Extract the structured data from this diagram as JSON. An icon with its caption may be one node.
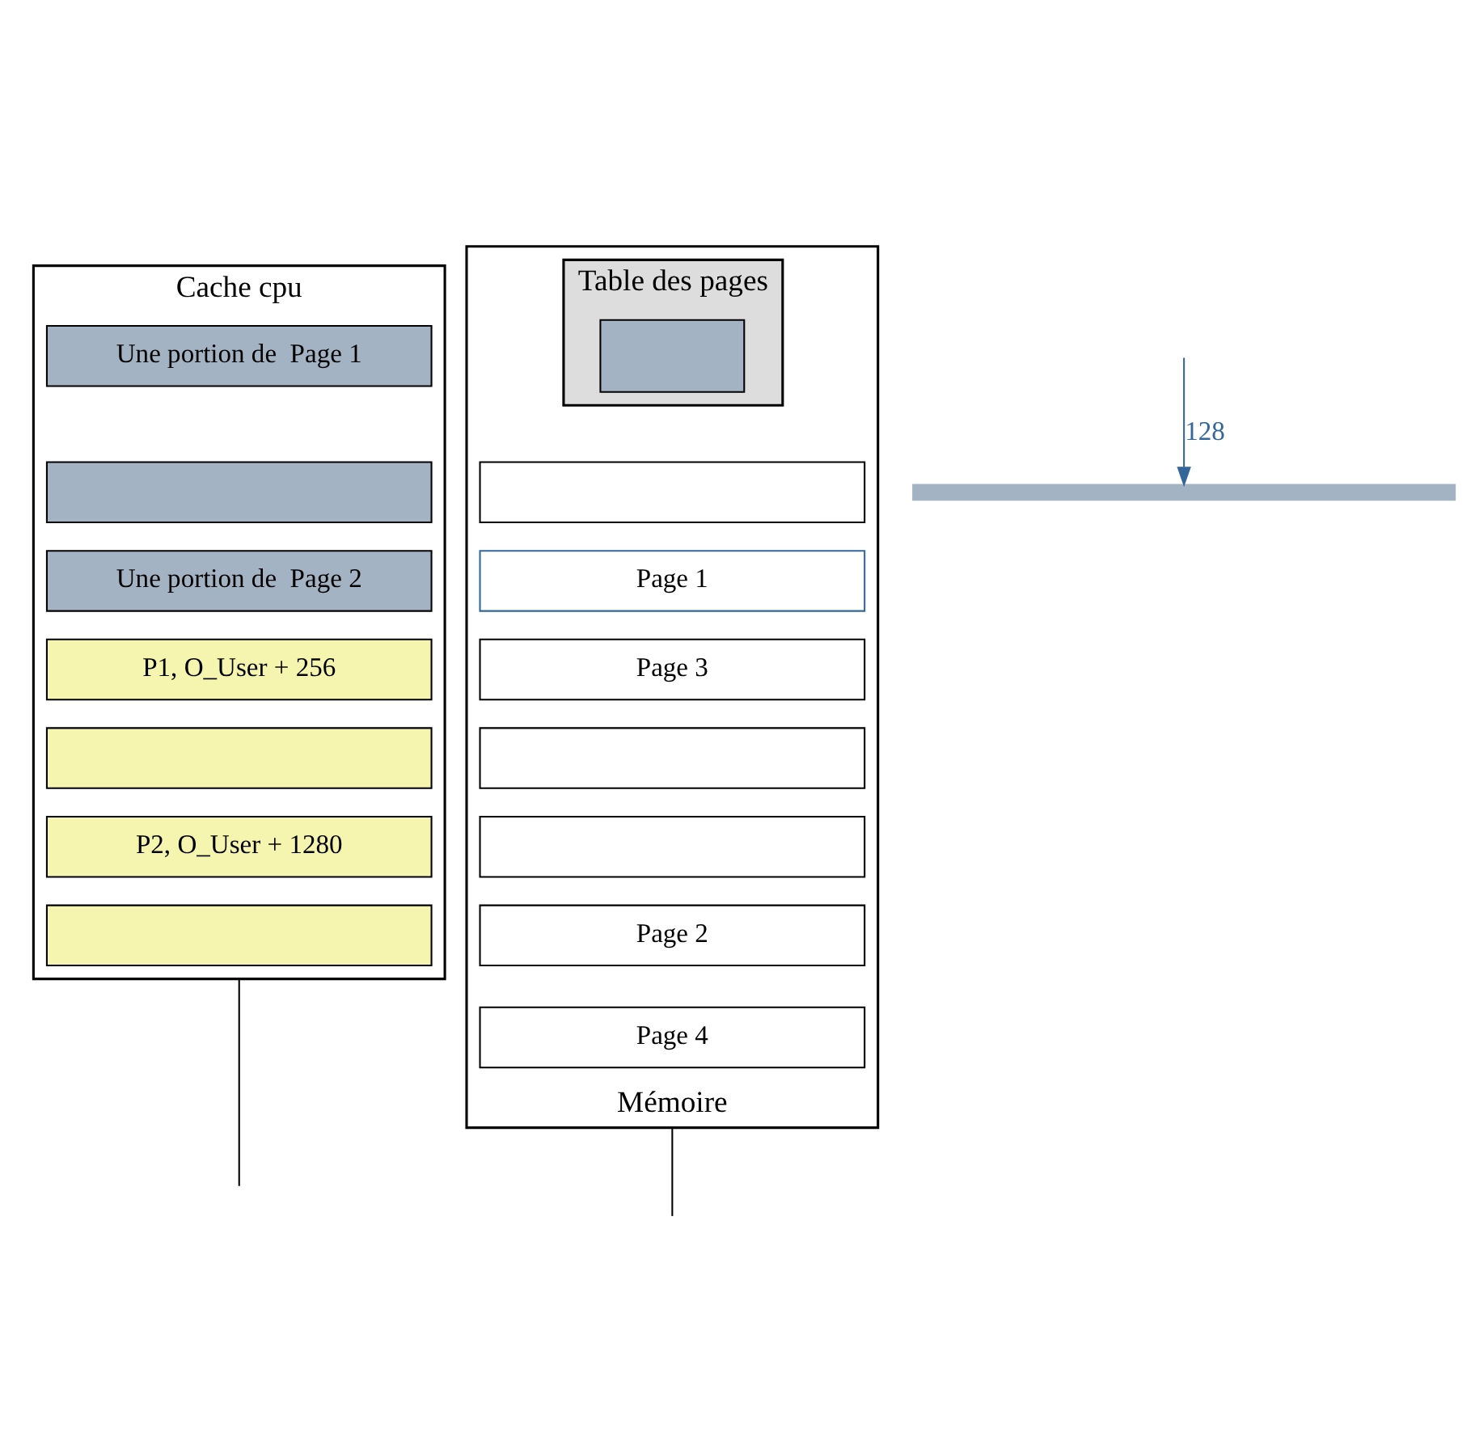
{
  "diagram": {
    "nodes": [
      {
        "text": [
          "Cache cpu"
        ]
      },
      {
        "text": [
          "Une portion de  Page 1"
        ],
        "in": 0
      },
      {
        "text": [],
        "shape": "box",
        "in": 0
      },
      {
        "text": [
          "Une portion de  Page 2"
        ],
        "in": 0
      },
      {
        "text": [
          "P1, O_User + 256"
        ],
        "in": 0
      },
      {
        "text": [],
        "shape": "box",
        "in": 0
      },
      {
        "text": [
          "P2, O_User + 1280"
        ],
        "in": 0
      },
      {
        "text": [],
        "shape": "box",
        "in": 0
      },
      {
        "text": [
          "Mémoire"
        ]
      },
      {
        "text": [
          "Table des pages"
        ],
        "in": 8
      },
      {
        "text": [],
        "shape": "box",
        "in": 9
      },
      {
        "text": [],
        "shape": "box",
        "in": 8
      },
      {
        "text": [
          "Page 1"
        ],
        "in": 8
      },
      {
        "text": [
          "Page 3"
        ],
        "in": 8
      },
      {
        "text": [],
        "shape": "box",
        "in": 8
      },
      {
        "text": [],
        "shape": "box",
        "in": 8
      },
      {
        "text": [
          "Page 2"
        ],
        "in": 8
      },
      {
        "text": [
          "Page 4"
        ],
        "in": 8
      },
      {
        "text": [],
        "shape": "bar"
      }
    ],
    "edges": [
      {
        "from": 0,
        "to": null,
        "arrow": "none"
      },
      {
        "from": 8,
        "to": null,
        "arrow": "none"
      },
      {
        "from": null,
        "to": 18,
        "arrow": "to",
        "label": "128",
        "color": "#336699"
      }
    ]
  }
}
